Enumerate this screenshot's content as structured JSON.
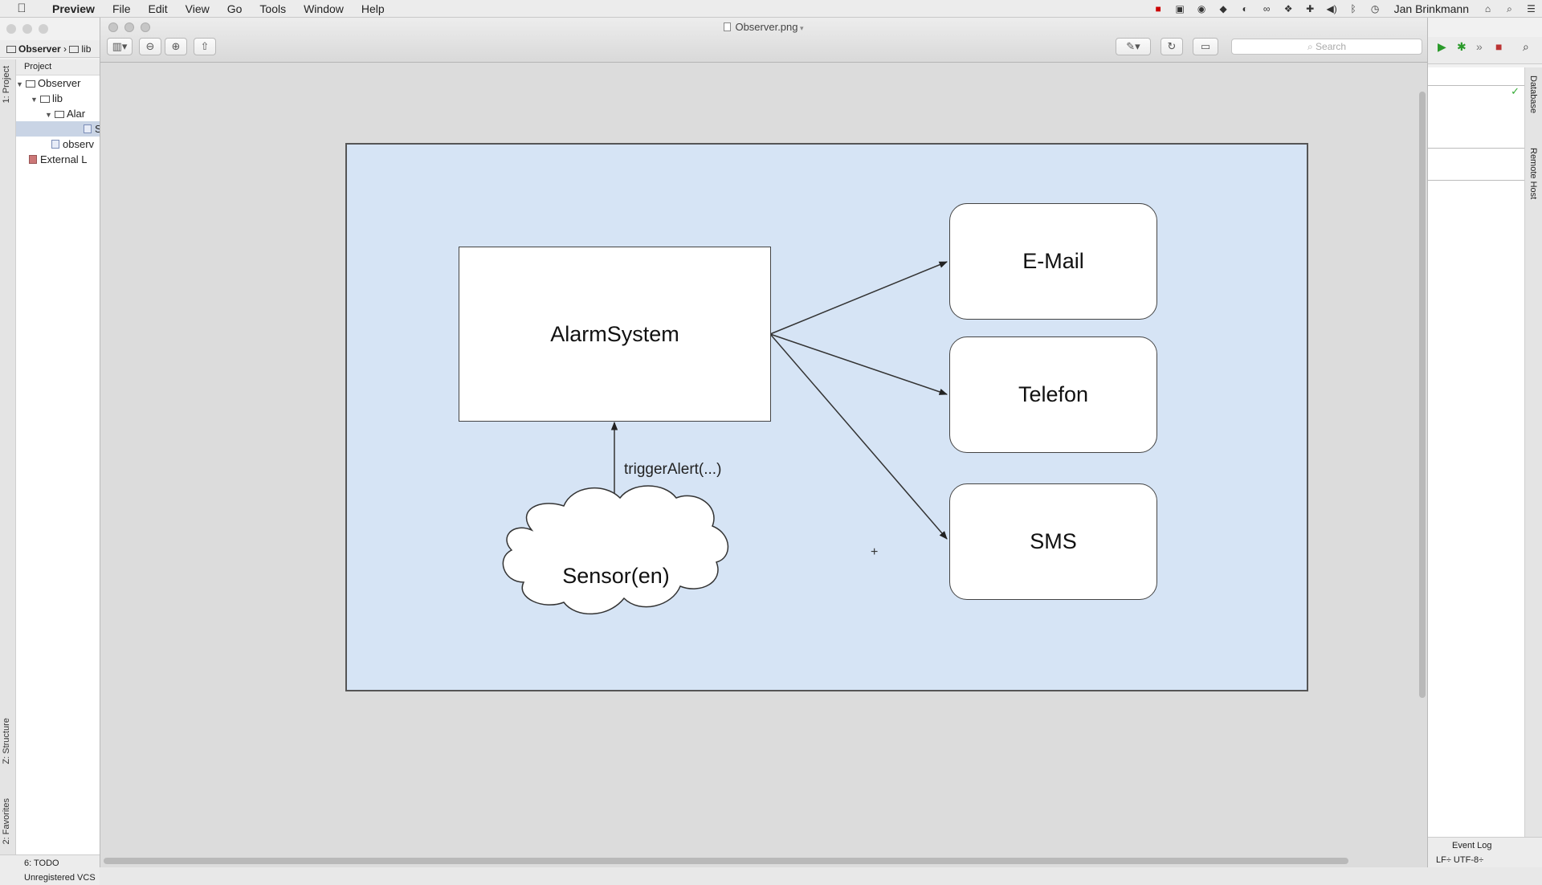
{
  "menubar": {
    "app": "Preview",
    "items": [
      "File",
      "Edit",
      "View",
      "Go",
      "Tools",
      "Window",
      "Help"
    ],
    "user": "Jan Brinkmann"
  },
  "ide": {
    "breadcrumb": [
      "Observer",
      "lib"
    ],
    "project_header": "Project",
    "tree": [
      "Observer",
      "lib",
      "Alar",
      "S",
      "observ",
      "External L"
    ],
    "tabs_left": [
      "1: Project",
      "Z: Structure",
      "2: Favorites"
    ],
    "todo": "6: TODO",
    "vcs": "Unregistered VCS",
    "tabs_right": [
      "Database",
      "Remote Host"
    ],
    "event_log": "Event Log",
    "encoding": "LF÷ UTF-8÷"
  },
  "preview": {
    "title": "Observer.png",
    "search_placeholder": "Search"
  },
  "diagram": {
    "nodes": {
      "alarm": "AlarmSystem",
      "email": "E-Mail",
      "telefon": "Telefon",
      "sms": "SMS",
      "sensor": "Sensor(en)"
    },
    "edge_label": "triggerAlert(...)",
    "colors": {
      "background": "#d6e4f5",
      "node": "#ffffff",
      "stroke": "#333333"
    }
  }
}
